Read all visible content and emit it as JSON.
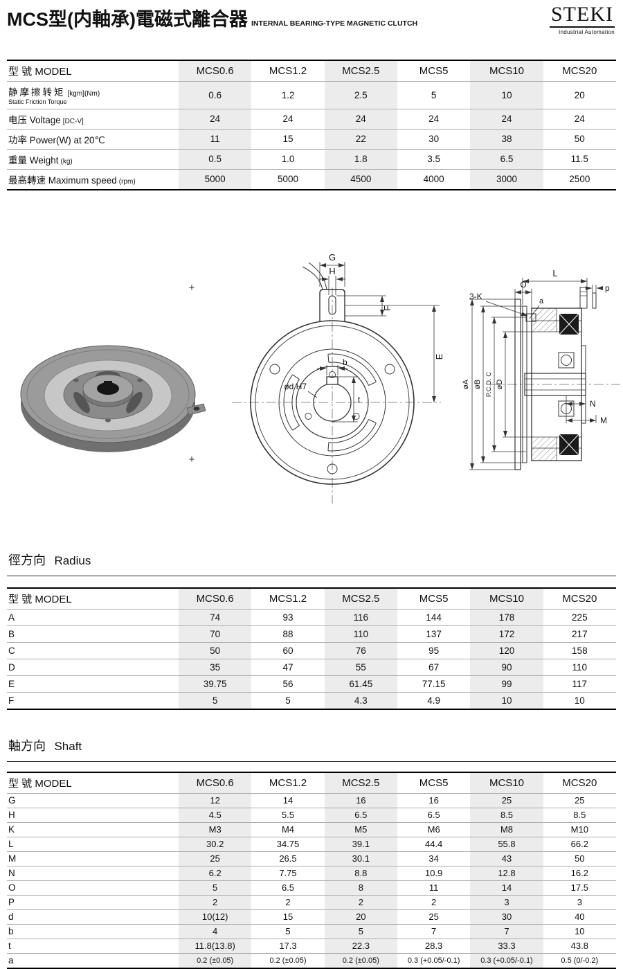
{
  "header": {
    "title_cn": "MCS型(内軸承)電磁式離合器",
    "title_en": "INTERNAL BEARING-TYPE MAGNETIC CLUTCH",
    "logo": "STEKI",
    "logo_sub": "Industrial Automation"
  },
  "model_header": "型 號 MODEL",
  "models": [
    "MCS0.6",
    "MCS1.2",
    "MCS2.5",
    "MCS5",
    "MCS10",
    "MCS20"
  ],
  "spec_table": {
    "rows": [
      {
        "label": "静摩擦转矩",
        "unit": "[kgm](Nm)",
        "sub": "Static Friction Torque",
        "values": [
          "0.6",
          "1.2",
          "2.5",
          "5",
          "10",
          "20"
        ]
      },
      {
        "label": "电压 Voltage",
        "unit": "[DC-V]",
        "values": [
          "24",
          "24",
          "24",
          "24",
          "24",
          "24"
        ]
      },
      {
        "label": "功率 Power(W) at 20℃",
        "values": [
          "11",
          "15",
          "22",
          "30",
          "38",
          "50"
        ]
      },
      {
        "label": "重量 Weight",
        "unit": "(kg)",
        "values": [
          "0.5",
          "1.0",
          "1.8",
          "3.5",
          "6.5",
          "11.5"
        ]
      },
      {
        "label": "最高轉速 Maximum speed",
        "unit": "(rpm)",
        "values": [
          "5000",
          "5000",
          "4500",
          "4000",
          "3000",
          "2500"
        ]
      }
    ]
  },
  "sections": {
    "radius": {
      "cn": "徑方向",
      "en": "Radius"
    },
    "shaft": {
      "cn": "軸方向",
      "en": "Shaft"
    }
  },
  "radius_table": {
    "rows": [
      {
        "label": "A",
        "values": [
          "74",
          "93",
          "116",
          "144",
          "178",
          "225"
        ]
      },
      {
        "label": "B",
        "values": [
          "70",
          "88",
          "110",
          "137",
          "172",
          "217"
        ]
      },
      {
        "label": "C",
        "values": [
          "50",
          "60",
          "76",
          "95",
          "120",
          "158"
        ]
      },
      {
        "label": "D",
        "values": [
          "35",
          "47",
          "55",
          "67",
          "90",
          "110"
        ]
      },
      {
        "label": "E",
        "values": [
          "39.75",
          "56",
          "61.45",
          "77.15",
          "99",
          "117"
        ]
      },
      {
        "label": "F",
        "values": [
          "5",
          "5",
          "4.3",
          "4.9",
          "10",
          "10"
        ]
      }
    ]
  },
  "shaft_table": {
    "rows": [
      {
        "label": "G",
        "values": [
          "12",
          "14",
          "16",
          "16",
          "25",
          "25"
        ]
      },
      {
        "label": "H",
        "values": [
          "4.5",
          "5.5",
          "6.5",
          "6.5",
          "8.5",
          "8.5"
        ]
      },
      {
        "label": "K",
        "values": [
          "M3",
          "M4",
          "M5",
          "M6",
          "M8",
          "M10"
        ]
      },
      {
        "label": "L",
        "values": [
          "30.2",
          "34.75",
          "39.1",
          "44.4",
          "55.8",
          "66.2"
        ]
      },
      {
        "label": "M",
        "values": [
          "25",
          "26.5",
          "30.1",
          "34",
          "43",
          "50"
        ]
      },
      {
        "label": "N",
        "values": [
          "6.2",
          "7.75",
          "8.8",
          "10.9",
          "12.8",
          "16.2"
        ]
      },
      {
        "label": "O",
        "values": [
          "5",
          "6.5",
          "8",
          "11",
          "14",
          "17.5"
        ]
      },
      {
        "label": "P",
        "values": [
          "2",
          "2",
          "2",
          "2",
          "3",
          "3"
        ]
      },
      {
        "label": "d",
        "values": [
          "10(12)",
          "15",
          "20",
          "25",
          "30",
          "40"
        ]
      },
      {
        "label": "b",
        "values": [
          "4",
          "5",
          "5",
          "7",
          "7",
          "10"
        ]
      },
      {
        "label": "t",
        "values": [
          "11.8(13.8)",
          "17.3",
          "22.3",
          "28.3",
          "33.3",
          "43.8"
        ]
      },
      {
        "label": "a",
        "values": [
          "0.2 (±0.05)",
          "0.2 (±0.05)",
          "0.2 (±0.05)",
          "0.3 (+0.05/-0.1)",
          "0.3 (+0.05/-0.1)",
          "0.5 (0/-0.2)"
        ]
      }
    ]
  },
  "drawings": {
    "reg_mark": "+",
    "front": {
      "G": "G",
      "H": "H",
      "F": "F",
      "E": "E",
      "b": "b",
      "bore": "ød H7",
      "t": "t"
    },
    "side": {
      "L": "L",
      "p": "p",
      "k3": "3-K",
      "O": "O",
      "a": "a",
      "dA": "øA",
      "dB": "øB",
      "pcd": "P.C.D. C",
      "dD": "øD",
      "N": "N",
      "M": "M"
    }
  },
  "colors": {
    "table_shade": "#ececec"
  }
}
